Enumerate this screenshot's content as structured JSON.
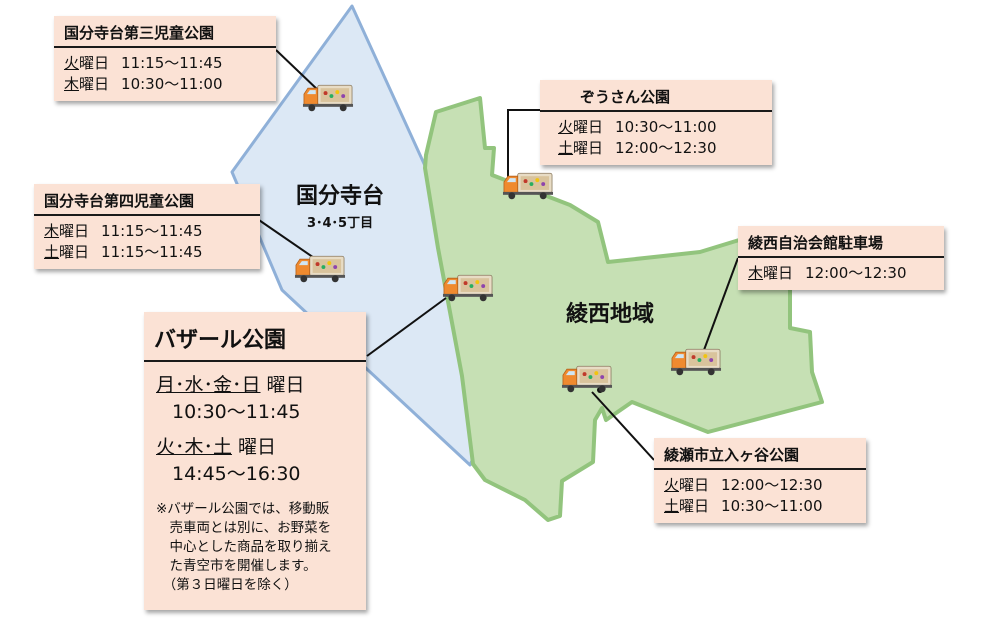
{
  "areas": {
    "kokubunjidai": {
      "name": "国分寺台",
      "sub": "3･4･5丁目",
      "fill": "#dce8f5",
      "stroke": "#8fb0d8"
    },
    "ryosai": {
      "name": "綾西地域",
      "fill": "#c6e0b4",
      "stroke": "#92c47d"
    }
  },
  "locations": [
    {
      "id": "kokubunjidai3",
      "name": "国分寺台第三児童公園",
      "schedule": [
        {
          "day_mark": "火",
          "day_rest": "曜日",
          "time": "11:15～11:45"
        },
        {
          "day_mark": "木",
          "day_rest": "曜日",
          "time": "10:30～11:00"
        }
      ]
    },
    {
      "id": "kokubunjidai4",
      "name": "国分寺台第四児童公園",
      "schedule": [
        {
          "day_mark": "木",
          "day_rest": "曜日",
          "time": "11:15～11:45"
        },
        {
          "day_mark": "土",
          "day_rest": "曜日",
          "time": "11:15～11:45"
        }
      ]
    },
    {
      "id": "zousan",
      "name": "ぞうさん公園",
      "schedule": [
        {
          "day_mark": "火",
          "day_rest": "曜日",
          "time": "10:30～11:00"
        },
        {
          "day_mark": "土",
          "day_rest": "曜日",
          "time": "12:00～12:30"
        }
      ]
    },
    {
      "id": "ryosai-jichikai",
      "name": "綾西自治会館駐車場",
      "schedule": [
        {
          "day_mark": "木",
          "day_rest": "曜日",
          "time": "12:00～12:30"
        }
      ]
    },
    {
      "id": "iriyaya",
      "name": "綾瀬市立入ヶ谷公園",
      "schedule": [
        {
          "day_mark": "火",
          "day_rest": "曜日",
          "time": "12:00～12:30"
        },
        {
          "day_mark": "土",
          "day_rest": "曜日",
          "time": "10:30～11:00"
        }
      ]
    }
  ],
  "bazaar": {
    "name": "バザール公園",
    "schedule": [
      {
        "days": "月･水･金･日",
        "suffix": " 曜日",
        "time": "10:30～11:45"
      },
      {
        "days": "火･木･土",
        "suffix": " 曜日",
        "time": "14:45～16:30"
      }
    ],
    "note": "※バザール公園では、移動販\n　売車両とは別に、お野菜を\n　中心とした商品を取り揃え\n　た青空市を開催します。\n　（第３日曜日を除く）"
  },
  "colors": {
    "box_bg": "#fbe2d5",
    "truck_cab": "#ef8a2f",
    "truck_body": "#e8dcc5"
  }
}
